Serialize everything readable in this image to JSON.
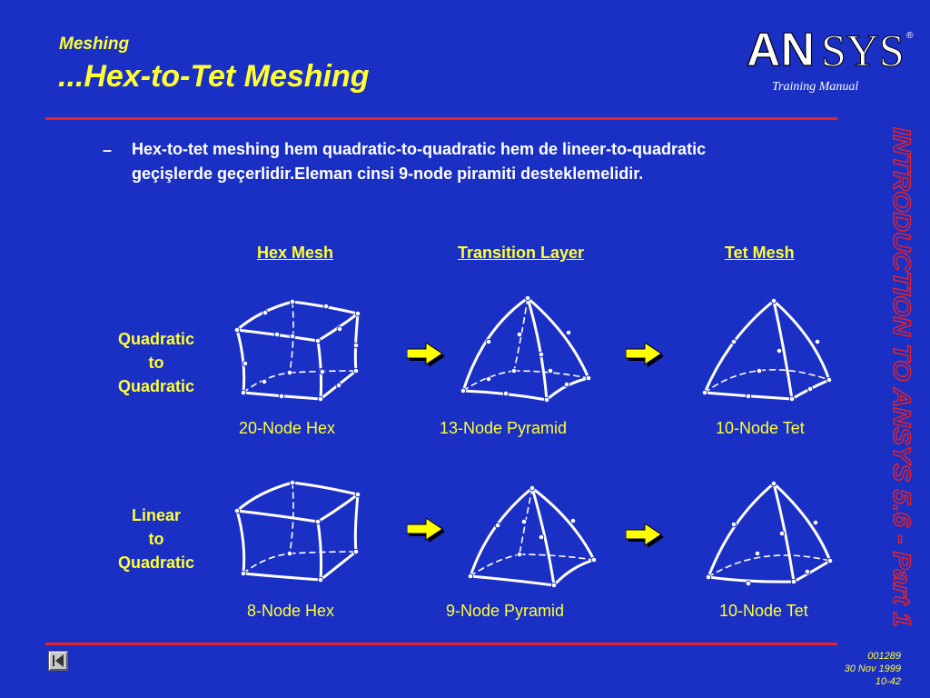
{
  "header": {
    "section": "Meshing",
    "title": "...Hex-to-Tet Meshing"
  },
  "brand": {
    "logo_an": "AN",
    "logo_sys": "SYS",
    "registered": "®",
    "training_manual": "Training Manual"
  },
  "bullet": {
    "dash": "–",
    "text": "Hex-to-tet meshing hem quadratic-to-quadratic hem de lineer-to-quadratic geçişlerde geçerlidir.Eleman cinsi 9-node piramiti desteklemelidir."
  },
  "columns": {
    "hex": "Hex Mesh",
    "transition": "Transition Layer",
    "tet": "Tet Mesh"
  },
  "rows": {
    "quadratic": {
      "label_line1": "Quadratic",
      "label_line2": "to",
      "label_line3": "Quadratic",
      "hex_caption": "20-Node Hex",
      "pyramid_caption": "13-Node Pyramid",
      "tet_caption": "10-Node Tet"
    },
    "linear": {
      "label_line1": "Linear",
      "label_line2": "to",
      "label_line3": "Quadratic",
      "hex_caption": "8-Node Hex",
      "pyramid_caption": "9-Node Pyramid",
      "tet_caption": "10-Node Tet"
    }
  },
  "side_text": "INTRODUCTION TO ANSYS 5.6 - Part 1",
  "footer": {
    "code": "001289",
    "date": "30 Nov 1999",
    "page": "10-42"
  },
  "colors": {
    "background": "#1a2fc4",
    "accent": "#ffff33",
    "rule": "#e22222",
    "arrow": "#ffff00"
  },
  "icons": {
    "arrow": "right-arrow-icon",
    "back": "back-triangle-icon"
  }
}
